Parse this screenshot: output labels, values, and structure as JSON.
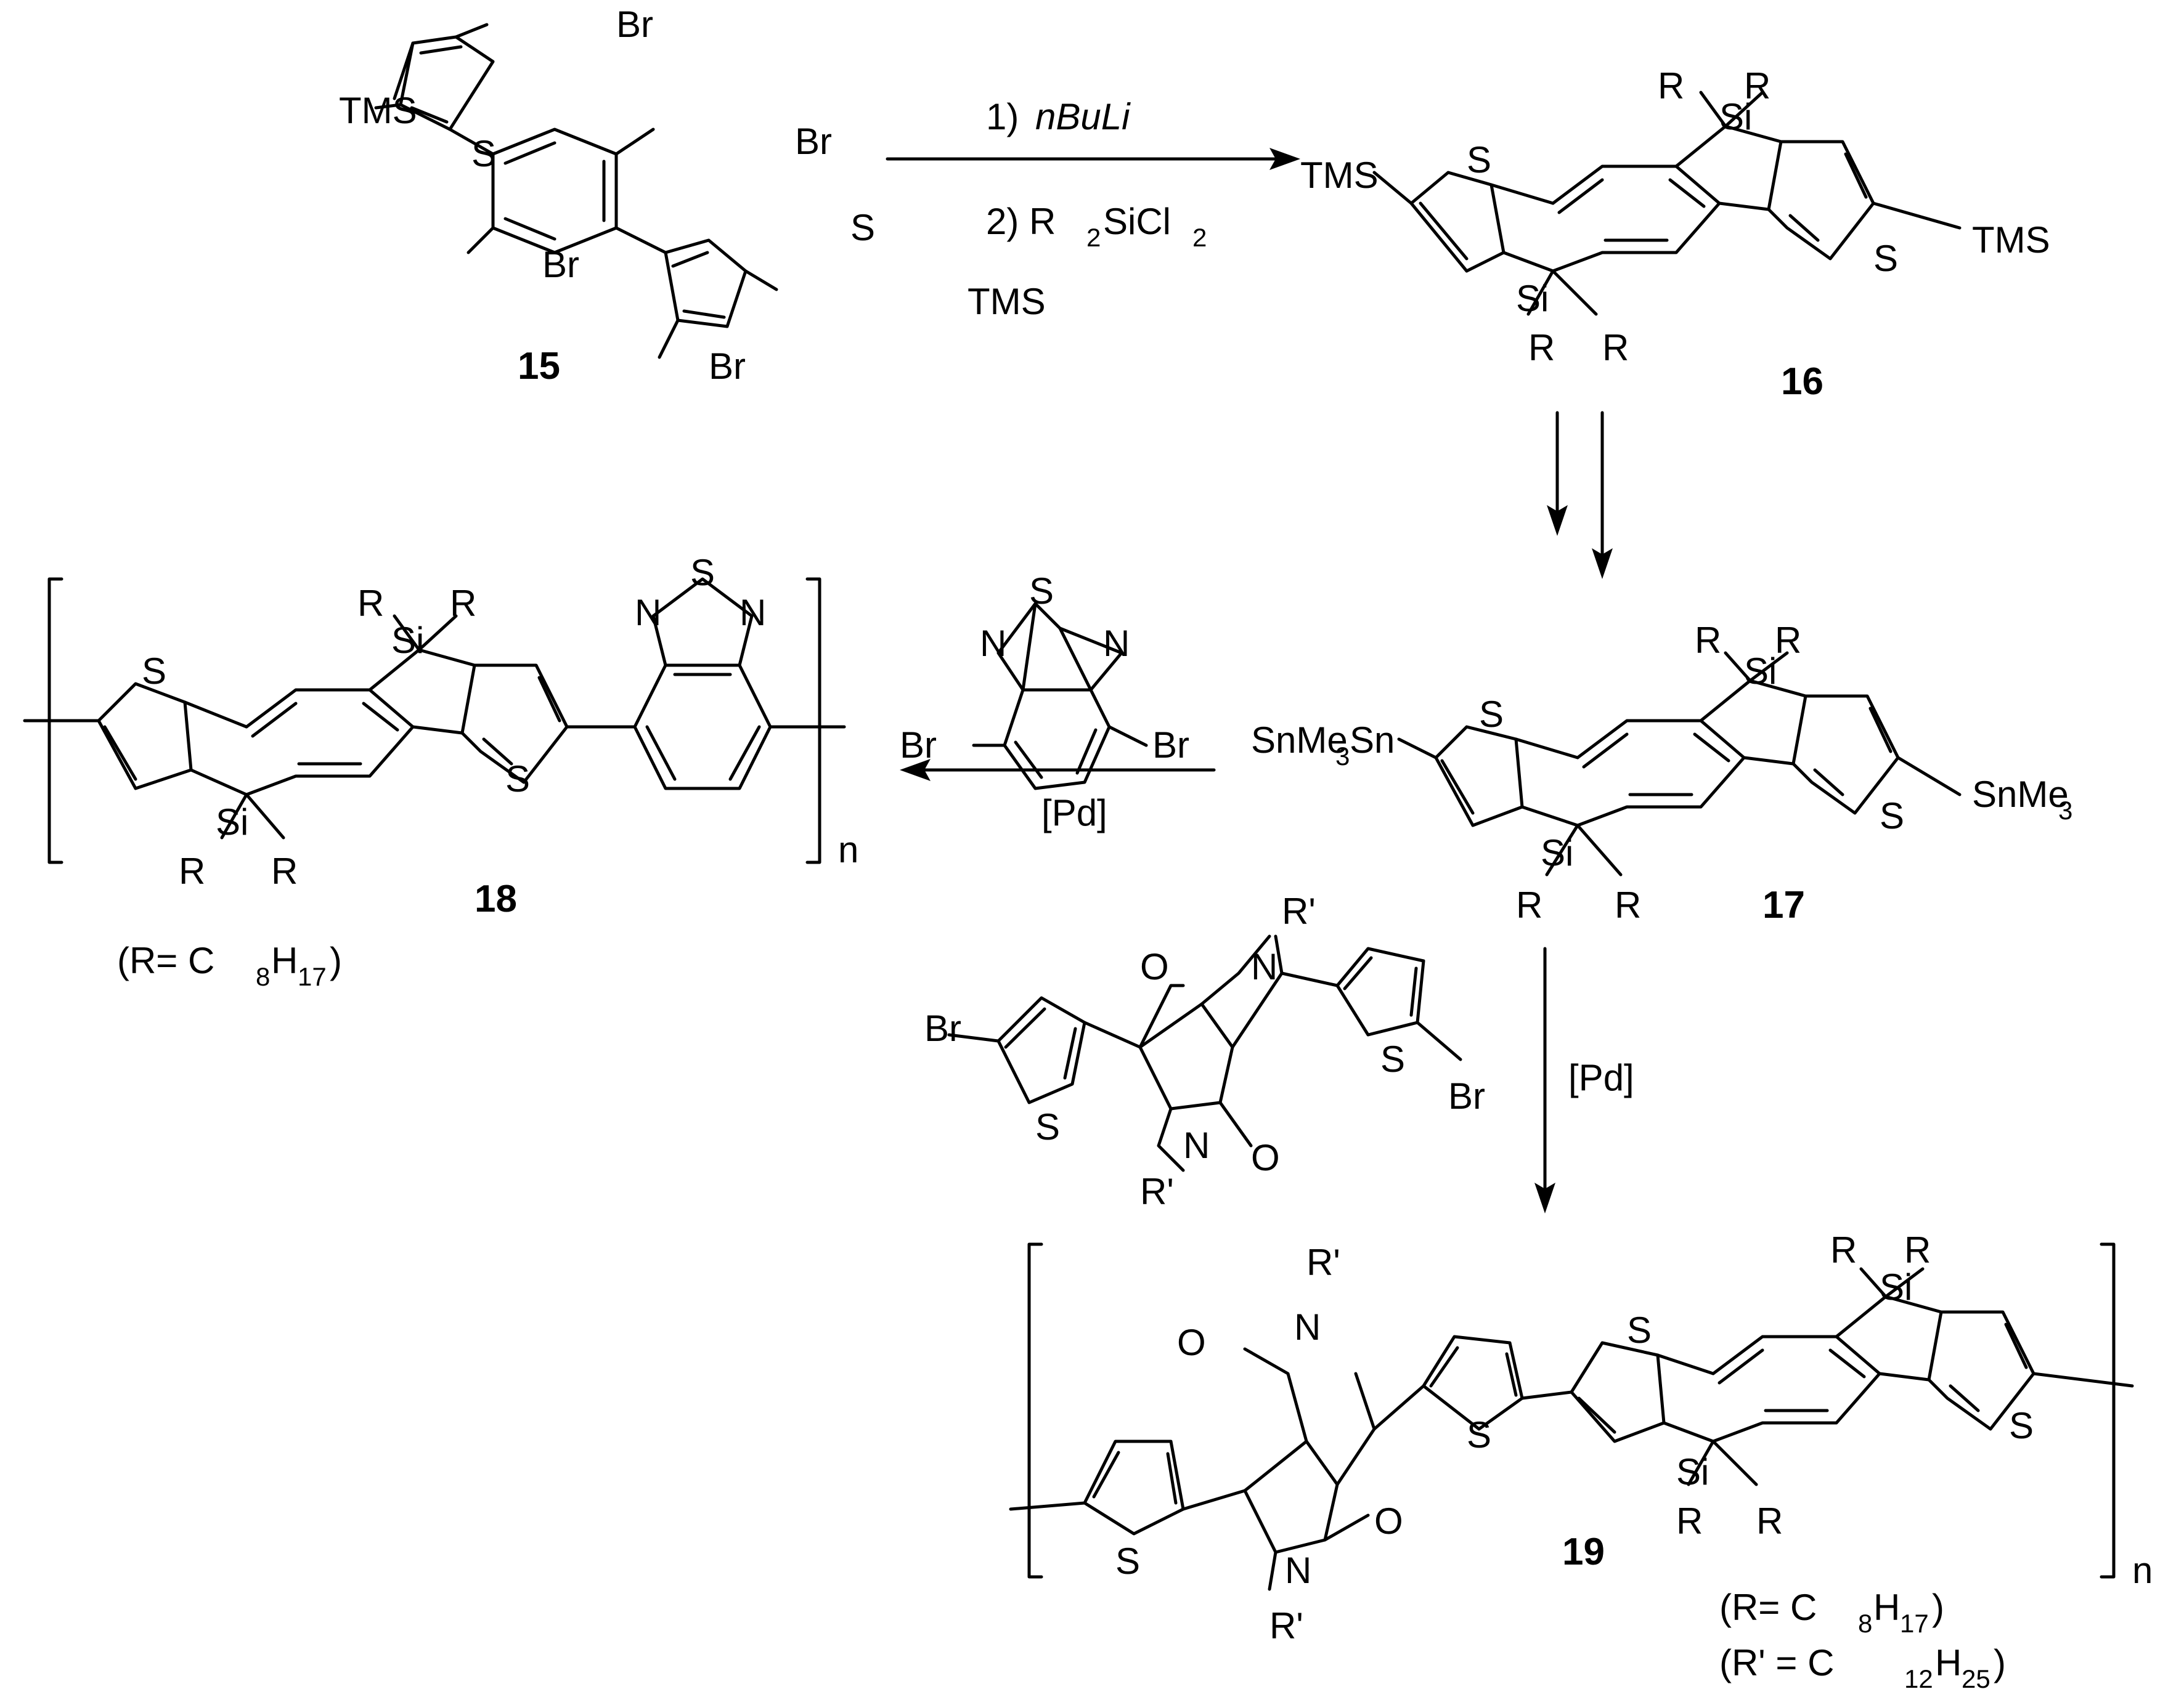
{
  "compounds": {
    "c15": {
      "number": "15",
      "tms1": "TMS",
      "tms2": "TMS",
      "br": "Br"
    },
    "c16": {
      "number": "16",
      "tms": "TMS"
    },
    "c17": {
      "number": "17",
      "sn": "SnMe"
    },
    "c18": {
      "number": "18"
    },
    "c19": {
      "number": "19"
    }
  },
  "atoms": {
    "s": "S",
    "si": "Si",
    "r": "R",
    "r_prime": "R'",
    "n": "N",
    "o": "O",
    "br": "Br"
  },
  "reagents": {
    "step1": "1)",
    "step1_reagent": "nBuLi",
    "step2": "2) R",
    "step2_rest": "SiCl",
    "pd": "[Pd]"
  },
  "sub_digits": {
    "two": "2",
    "three": "3"
  },
  "repeat_unit": "n",
  "notes": {
    "r_def_18": "(R= C",
    "r_def_19": "(R= C",
    "rp_def_19": "(R' = C",
    "c8": "8",
    "h17": "17",
    "c12": "12",
    "h25": "25",
    "h": "H",
    "close": ")"
  }
}
